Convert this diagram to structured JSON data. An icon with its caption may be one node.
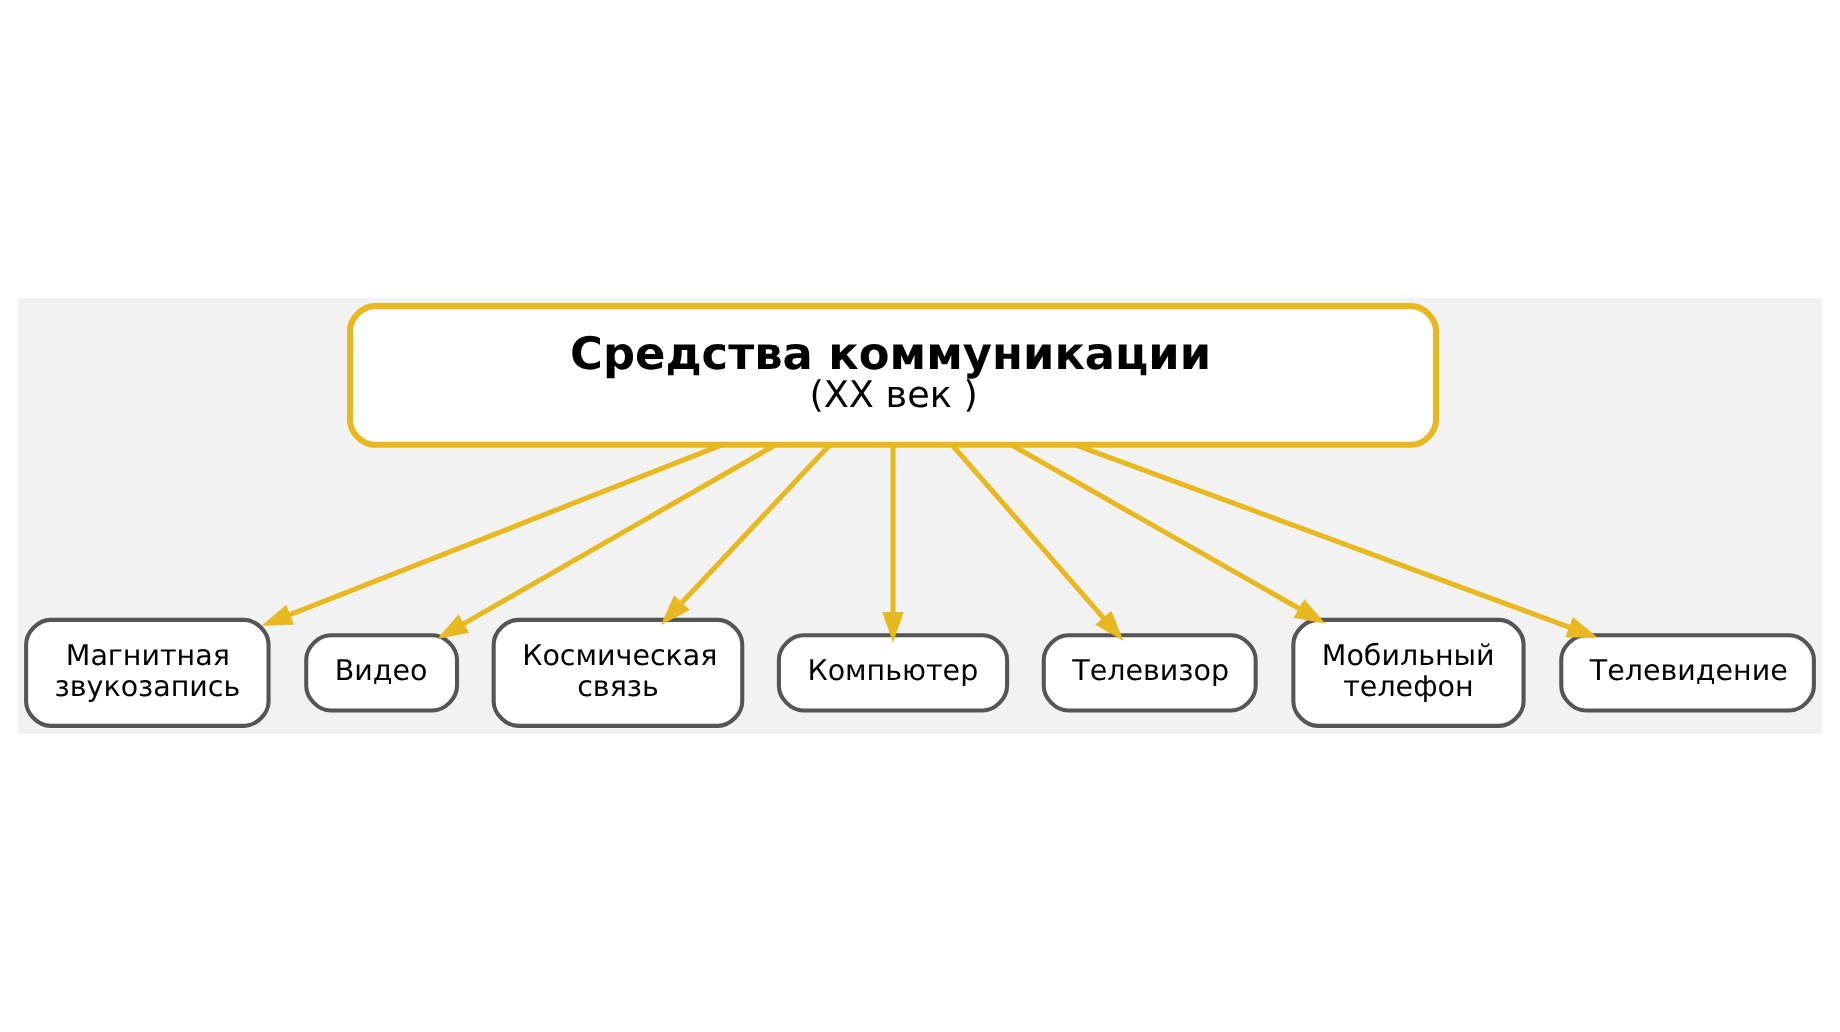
{
  "diagram": {
    "nodes": [
      {
        "text": [
          "Средства коммуникации",
          "(XX век )"
        ]
      },
      {
        "text": [
          "Магнитная звукозапись"
        ]
      },
      {
        "text": [
          "Телевидение"
        ]
      },
      {
        "text": [
          "Видео"
        ]
      },
      {
        "text": [
          "Мобильный телефон"
        ]
      },
      {
        "text": [
          "Космическая связь"
        ]
      },
      {
        "text": [
          "Телевизор"
        ]
      },
      {
        "text": [
          "Компьютер"
        ]
      }
    ],
    "edges": [
      {
        "from": 0,
        "to": 1,
        "arrow": "to"
      },
      {
        "from": 0,
        "to": 2,
        "arrow": "to"
      },
      {
        "from": 0,
        "to": 3,
        "arrow": "to"
      },
      {
        "from": 0,
        "to": 4,
        "arrow": "to"
      },
      {
        "from": 0,
        "to": 5,
        "arrow": "to"
      },
      {
        "from": 0,
        "to": 6,
        "arrow": "to"
      },
      {
        "from": 0,
        "to": 7,
        "arrow": "to"
      }
    ]
  }
}
